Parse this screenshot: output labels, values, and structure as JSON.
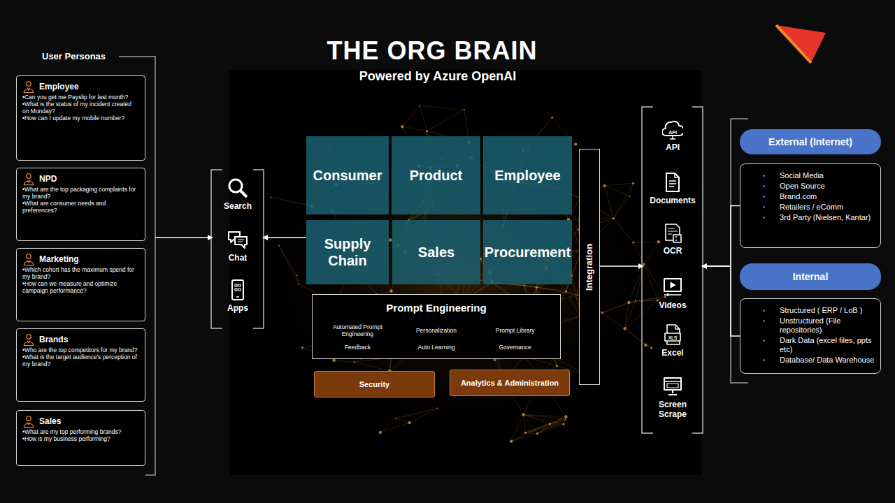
{
  "diagram": {
    "title": "THE ORG BRAIN",
    "nodes": [
      {
        "text": [
          "User Personas"
        ]
      },
      {
        "text": [
          "Employee",
          "•Can you get me Payslip for last month?",
          "•What is the status of my incident created on Monday?",
          "•How can I update my mobile number?"
        ],
        "in": 0
      },
      {
        "text": [
          "NPD",
          "•What are the top packaging complaints for my brand?",
          "•What are consumer needs and preferences?"
        ],
        "in": 0
      },
      {
        "text": [
          "Marketing",
          "•Which cohort has the maximum spend for my brand?",
          "•How can we measure and optimize campaign performance?"
        ],
        "in": 0
      },
      {
        "text": [
          "Brands",
          "•Who are the top competitors for my brand?",
          "•What is the target audience's perception of my brand?"
        ],
        "in": 0
      },
      {
        "text": [
          "Sales",
          "•What are my top performing brands?",
          "•How is my business performing?"
        ],
        "in": 0
      },
      {
        "text": [
          "Search"
        ]
      },
      {
        "text": [
          "Chat"
        ]
      },
      {
        "text": [
          "Apps"
        ]
      },
      {
        "text": [
          "Consumer"
        ]
      },
      {
        "text": [
          "Product"
        ]
      },
      {
        "text": [
          "Employee"
        ]
      },
      {
        "text": [
          "Supply Chain"
        ]
      },
      {
        "text": [
          "Sales"
        ]
      },
      {
        "text": [
          "Procurement"
        ]
      },
      {
        "text": [
          "Prompt Engineering",
          "Automated Prompt Engineering",
          "Personalization",
          "Prompt Library",
          "Feedback",
          "Auto Learning",
          "Governance"
        ]
      },
      {
        "text": [
          "Security"
        ]
      },
      {
        "text": [
          "Analytics & Administration"
        ]
      },
      {
        "text": [
          "Integration"
        ]
      },
      {
        "text": [
          "API"
        ]
      },
      {
        "text": [
          "Documents"
        ]
      },
      {
        "text": [
          "OCR"
        ]
      },
      {
        "text": [
          "Videos"
        ]
      },
      {
        "text": [
          "Excel"
        ]
      },
      {
        "text": [
          "Screen Scrape"
        ]
      },
      {
        "text": [
          "External (Internet)"
        ]
      },
      {
        "text": [
          "Social Media",
          "Open Source",
          "Brand.com",
          "Retailers / eComm",
          "3rd Party (Nielsen, Kantar)"
        ]
      },
      {
        "text": [
          "Internal"
        ]
      },
      {
        "text": [
          "Structured ( ERP / LoB )",
          "Unstructured (File repositories)",
          "Dark Data (excel files, ppts etc)",
          "Database/ Data Warehouse"
        ]
      }
    ],
    "edges": [
      {
        "from": 0,
        "to": 7,
        "arrow": "to"
      },
      {
        "from": 12,
        "to": 7,
        "arrow": "to"
      },
      {
        "from": 18,
        "to": 21,
        "arrow": "to"
      },
      {
        "from": 26,
        "to": 21,
        "arrow": "to"
      },
      {
        "from": 28,
        "to": 21,
        "arrow": "to"
      }
    ],
    "labels": [
      "Powered by Azure OpenAI",
      "API",
      "XLS"
    ]
  }
}
